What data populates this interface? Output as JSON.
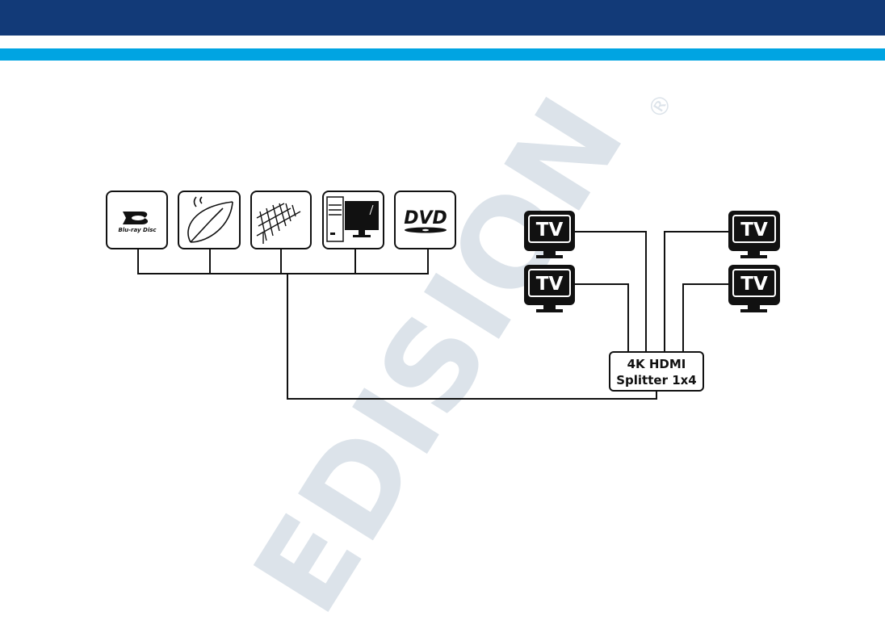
{
  "colors": {
    "header": "#123a78",
    "accent": "#00a4e2",
    "line": "#111111",
    "watermark": "#dce3ea"
  },
  "watermark": {
    "brand": "EDISION",
    "registered": "®"
  },
  "sources": [
    {
      "icon": "blu-ray-disc-icon",
      "label": "Blu-ray Disc"
    },
    {
      "icon": "satellite-dish-icon"
    },
    {
      "icon": "tv-antenna-icon"
    },
    {
      "icon": "desktop-pc-icon"
    },
    {
      "icon": "dvd-icon",
      "label": "DVD"
    }
  ],
  "splitter": {
    "line1": "4K HDMI",
    "line2": "Splitter 1x4"
  },
  "displays": [
    {
      "icon": "tv-icon",
      "label": "TV"
    },
    {
      "icon": "tv-icon",
      "label": "TV"
    },
    {
      "icon": "tv-icon",
      "label": "TV"
    },
    {
      "icon": "tv-icon",
      "label": "TV"
    }
  ]
}
